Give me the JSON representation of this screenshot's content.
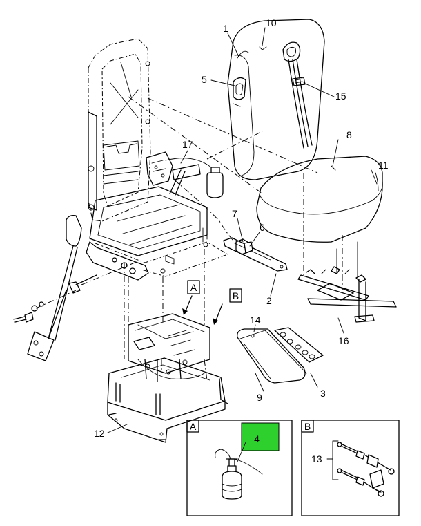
{
  "callouts": {
    "c1": "1",
    "c2": "2",
    "c3": "3",
    "c4": "4",
    "c5": "5",
    "c6": "6",
    "c7": "7",
    "c8": "8",
    "c9": "9",
    "c10": "10",
    "c11": "11",
    "c12": "12",
    "c13": "13",
    "c14": "14",
    "c15": "15",
    "c16": "16",
    "c17": "17"
  },
  "views": {
    "a_letter": "A",
    "b_letter": "B"
  },
  "highlight": {
    "item": "4",
    "color": "#2dd02d"
  }
}
